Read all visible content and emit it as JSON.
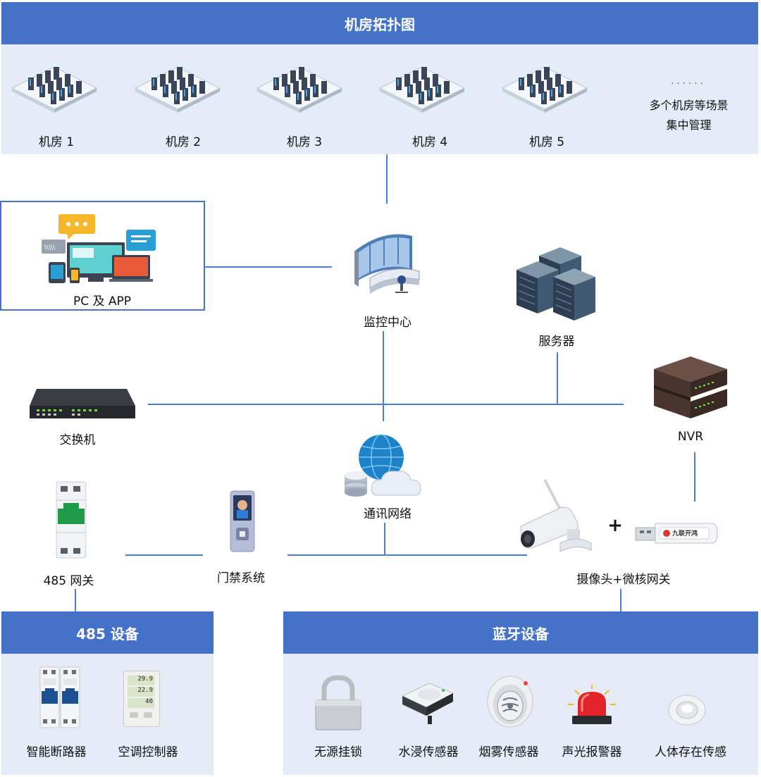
{
  "top": {
    "title": "机房拓扑图",
    "rooms": [
      "机房 1",
      "机房 2",
      "机房 3",
      "机房 4",
      "机房 5"
    ],
    "more_dots": "· · · · · ·",
    "more_line1": "多个机房等场景",
    "more_line2": "集中管理"
  },
  "nodes": {
    "pc_app": "PC 及 APP",
    "monitor_center": "监控中心",
    "server": "服务器",
    "switch": "交换机",
    "nvr": "NVR",
    "network": "通讯网络",
    "gateway_485": "485 网关",
    "access_control": "门禁系统",
    "camera_gateway": "摄像头+微核网关",
    "plus": "+",
    "usb_brand": "九联开鸿"
  },
  "sections": {
    "rs485": {
      "title": "485 设备",
      "items": [
        "智能断路器",
        "空调控制器"
      ]
    },
    "bluetooth": {
      "title": "蓝牙设备",
      "items": [
        "无源挂锁",
        "水浸传感器",
        "烟雾传感器",
        "声光报警器",
        "人体存在传感"
      ]
    }
  },
  "controller_display": [
    "29.9",
    "22.9",
    "40"
  ],
  "colors": {
    "header_blue": "#4472c8",
    "panel_bg": "#e6ecf7",
    "line_blue": "#4a7fd4"
  }
}
